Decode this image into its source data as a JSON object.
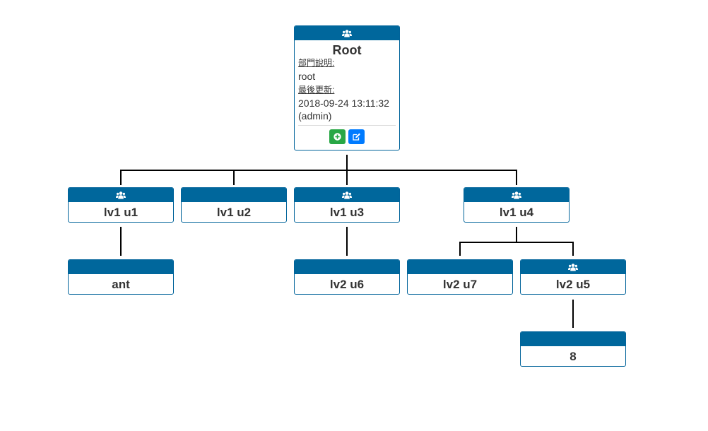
{
  "root": {
    "title": "Root",
    "description_label": "部門說明:",
    "description": "root",
    "updated_label": "最後更新:",
    "updated_time": "2018-09-24 13:11:32",
    "updated_by": "(admin)",
    "actions": {
      "add_icon": "plus-circle-icon",
      "edit_icon": "edit-icon"
    }
  },
  "level1": [
    {
      "label": "lv1 u1",
      "has_children": true
    },
    {
      "label": "lv1 u2",
      "has_children": false
    },
    {
      "label": "lv1 u3",
      "has_children": true
    },
    {
      "label": "lv1 u4",
      "has_children": true
    }
  ],
  "level2": [
    {
      "label": "ant",
      "parent": "lv1 u1",
      "has_children": false
    },
    {
      "label": "lv2 u6",
      "parent": "lv1 u3",
      "has_children": false
    },
    {
      "label": "lv2 u7",
      "parent": "lv1 u4",
      "has_children": false
    },
    {
      "label": "lv2 u5",
      "parent": "lv1 u4",
      "has_children": true
    }
  ],
  "level3": [
    {
      "label": "8",
      "parent": "lv2 u5",
      "has_children": false
    }
  ],
  "colors": {
    "header": "#00679c",
    "border": "#00639a",
    "add_button": "#28a745",
    "edit_button": "#007bff",
    "connector": "#000000"
  },
  "icons": {
    "group": "users-icon"
  }
}
